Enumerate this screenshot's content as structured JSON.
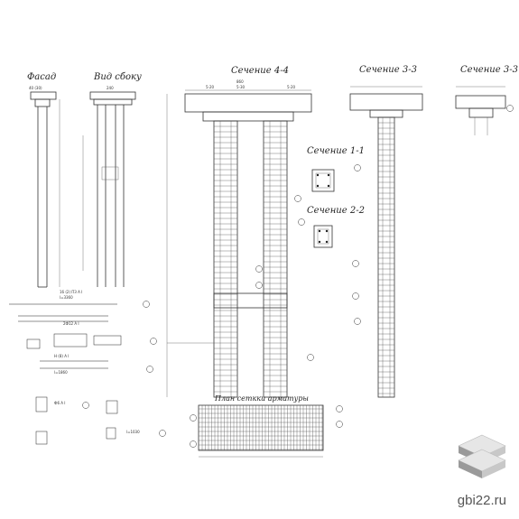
{
  "titles": {
    "facade": "Фасад",
    "side_view": "Вид сбоку",
    "section_44": "Сечение 4-4",
    "section_33a": "Сечение 3-3",
    "section_33b": "Сечение 3-3",
    "section_11": "Сечение 1-1",
    "section_22": "Сечение 2-2",
    "mesh_plan": "План сеткки арматуры"
  },
  "dims": {
    "facade_top": "40 (30)",
    "side_top": "240",
    "sec44_top": "860",
    "sec44_left": "5-20",
    "sec44_right": "5-20",
    "sec44_mid": "5-30"
  },
  "rebar_labels": {
    "r1": "16 (2) ПЗ А I",
    "r1b": "l=3360",
    "r2": "H (8) A I",
    "r3": "2Ф12 А I",
    "r4": "l=1860",
    "r5": "Ф6 А I",
    "r6": "l=1030"
  },
  "watermark": "gbi22.ru",
  "colors": {
    "ink": "#333333",
    "logo_light": "#e6e6e6",
    "logo_mid": "#c8c8c8",
    "logo_dark": "#9a9a9a"
  }
}
